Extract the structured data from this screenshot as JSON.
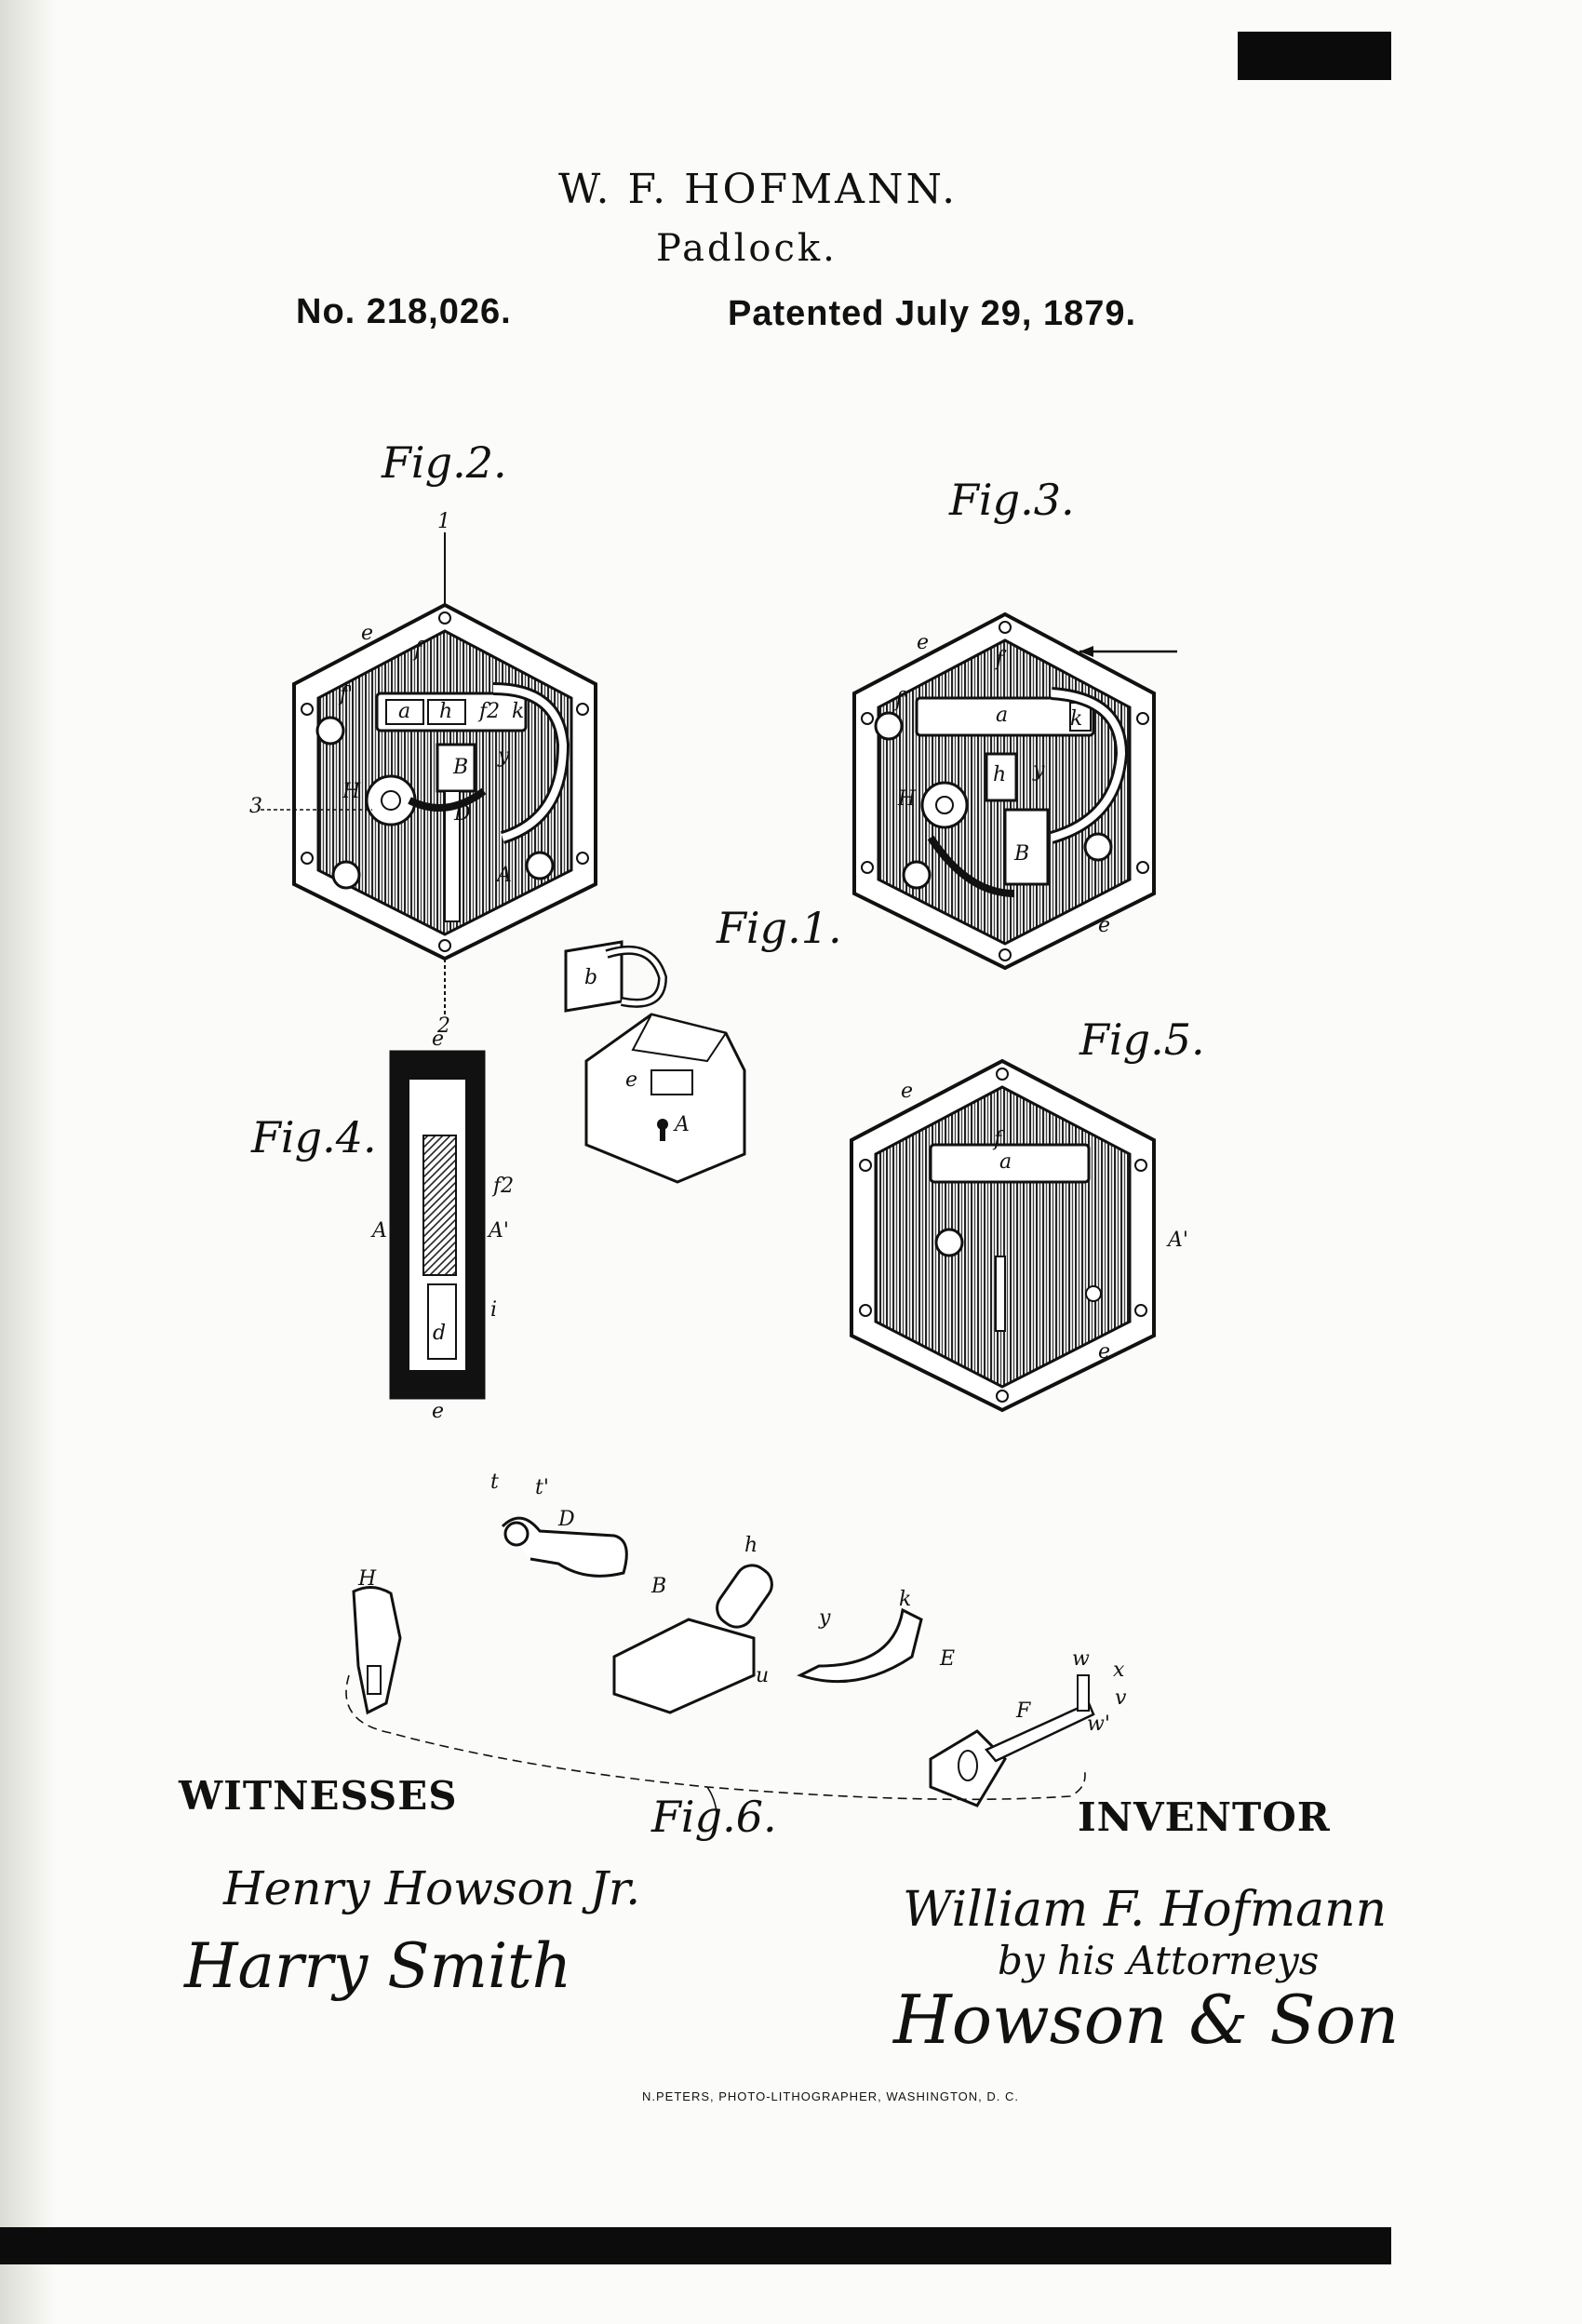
{
  "header": {
    "inventor": "W. F. HOFMANN.",
    "title": "Padlock.",
    "patent_number": "No. 218,026.",
    "patent_date": "Patented July 29, 1879."
  },
  "figures": {
    "fig1": "Fig.1.",
    "fig2": "Fig.2.",
    "fig3": "Fig.3.",
    "fig4": "Fig.4.",
    "fig5": "Fig.5.",
    "fig6": "Fig.6."
  },
  "labels": {
    "e": "e",
    "f": "f",
    "f1": "f'",
    "f2": "f2",
    "a": "a",
    "h": "h",
    "k": "k",
    "y": "y",
    "B": "B",
    "D": "D",
    "H": "H",
    "A": "A",
    "A1": "A'",
    "b": "b",
    "d": "d",
    "i": "i",
    "u": "u",
    "t": "t",
    "t1": "t'",
    "E": "E",
    "F": "F",
    "w": "w",
    "w1": "w'",
    "x": "x",
    "v": "v",
    "n1": "1",
    "n2": "2",
    "n3": "3"
  },
  "witnesses": {
    "heading": "WITNESSES",
    "sig1": "Henry Howson Jr.",
    "sig2": "Harry Smith"
  },
  "inventor_block": {
    "heading": "INVENTOR",
    "name": "William F. Hofmann",
    "by": "by his Attorneys",
    "attorneys": "Howson & Son"
  },
  "printer": "N.PETERS, PHOTO-LITHOGRAPHER, WASHINGTON, D. C."
}
